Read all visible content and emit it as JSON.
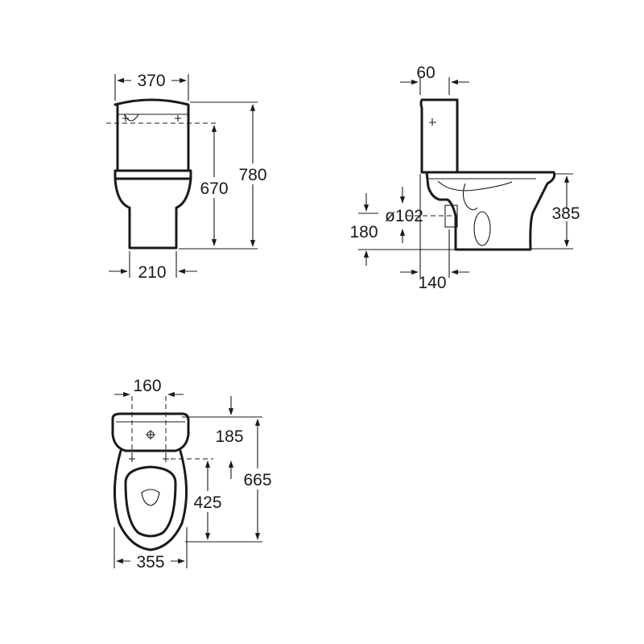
{
  "front_view": {
    "width_top": "370",
    "height_cistern_fixing": "670",
    "height_total": "780",
    "width_base": "210"
  },
  "side_view": {
    "cistern_offset": "60",
    "outlet_diameter": "ø102",
    "outlet_height": "180",
    "seat_height": "385",
    "outlet_distance": "140"
  },
  "top_view": {
    "fixing_spacing": "160",
    "cistern_depth": "185",
    "total_depth": "665",
    "fixing_to_front": "425",
    "width": "355"
  }
}
